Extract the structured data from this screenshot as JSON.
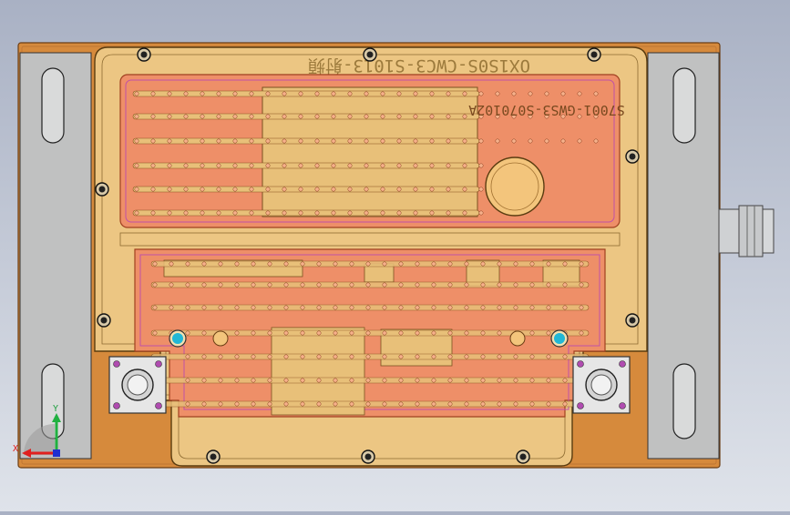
{
  "viewport": {
    "background_top": "#a9b1c4",
    "background_bottom": "#dfe3ea"
  },
  "part": {
    "engraving_top": "OX1S0S-CWC3-S1013-射頻",
    "engraving_side": "S7001-GWS3-S070102A",
    "colors": {
      "base_plate": "#d68a3c",
      "gray_block": "#c0c1c1",
      "housing": "#ecc683",
      "cavity": "#ee8f68",
      "rib": "#e8c079",
      "connector": "#c7c9cb",
      "accent_pin": "#22b7d6",
      "magenta_trace": "#c050a8",
      "gold_tab": "#f2c534"
    }
  },
  "triad": {
    "x_label": "X",
    "y_label": "Y",
    "x_color": "#e0201e",
    "y_color": "#20b040",
    "z_color": "#2030d0"
  }
}
